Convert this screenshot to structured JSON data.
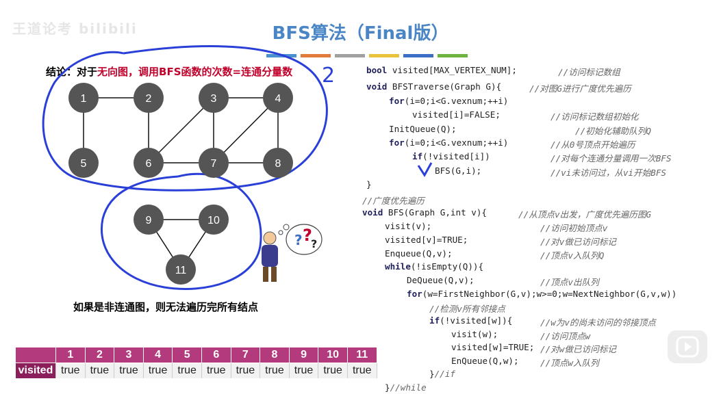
{
  "watermark": "王道论考 bilibili",
  "title": "BFS算法（Final版）",
  "colors": {
    "strip": [
      "#4a8fd0",
      "#e07b39",
      "#a0a0a0",
      "#e8c23a",
      "#3a6fc4",
      "#6db33f"
    ],
    "accent": "#c0002a",
    "table_head": "#b23a7d"
  },
  "conclusion": {
    "prefix": "结论：对于",
    "highlight": "无向图，调用BFS函数的次数=连通分量数",
    "annotation": "2"
  },
  "graph": {
    "nodes": [
      "1",
      "2",
      "3",
      "4",
      "5",
      "6",
      "7",
      "8",
      "9",
      "10",
      "11"
    ]
  },
  "note": "如果是非连通图，则无法遍历完所有结点",
  "table": {
    "indices": [
      "1",
      "2",
      "3",
      "4",
      "5",
      "6",
      "7",
      "8",
      "9",
      "10",
      "11"
    ],
    "row_label": "visited",
    "values": [
      "true",
      "true",
      "true",
      "true",
      "true",
      "true",
      "true",
      "true",
      "true",
      "true",
      "true"
    ]
  },
  "code": [
    {
      "kw": "bool",
      "text": " visited[MAX_VERTEX_NUM];",
      "comment": "//访问标记数组"
    },
    {
      "kw": "void",
      "text": " BFSTraverse(Graph G){",
      "comment": "//对图G进行广度优先遍历"
    },
    {
      "kw": "for",
      "text": "(i=0;i<G.vexnum;++i)",
      "comment": ""
    },
    {
      "kw": "",
      "text": "visited[i]=FALSE;",
      "comment": "//访问标记数组初始化"
    },
    {
      "kw": "",
      "text": "InitQueue(Q);",
      "comment": "//初始化辅助队列Q"
    },
    {
      "kw": "for",
      "text": "(i=0;i<G.vexnum;++i)",
      "comment": "//从0号顶点开始遍历"
    },
    {
      "kw": "if",
      "text": "(!visited[i])",
      "comment": "//对每个连通分量调用一次BFS"
    },
    {
      "kw": "",
      "text": "BFS(G,i);",
      "comment": "//vi未访问过，从vi开始BFS"
    },
    {
      "kw": "",
      "text": "}",
      "comment": ""
    },
    {
      "kw": "",
      "text": "",
      "comment": "//广度优先遍历"
    },
    {
      "kw": "void",
      "text": " BFS(Graph G,int v){",
      "comment": "//从顶点v出发，广度优先遍历图G"
    },
    {
      "kw": "",
      "text": "visit(v);",
      "comment": "//访问初始顶点v"
    },
    {
      "kw": "",
      "text": "visited[v]=TRUE;",
      "comment": "//对v做已访问标记"
    },
    {
      "kw": "",
      "text": "Enqueue(Q,v);",
      "comment": "//顶点v入队列Q"
    },
    {
      "kw": "while",
      "text": "(!isEmpty(Q)){",
      "comment": ""
    },
    {
      "kw": "",
      "text": "DeQueue(Q,v);",
      "comment": "//顶点v出队列"
    },
    {
      "kw": "for",
      "text": "(w=FirstNeighbor(G,v);w>=0;w=NextNeighbor(G,v,w))",
      "comment": ""
    },
    {
      "kw": "",
      "text": "",
      "comment": "//检测v所有邻接点"
    },
    {
      "kw": "if",
      "text": "(!visited[w]){",
      "comment": "//w为v的尚未访问的邻接顶点"
    },
    {
      "kw": "",
      "text": "visit(w);",
      "comment": "//访问顶点w"
    },
    {
      "kw": "",
      "text": "visited[w]=TRUE;",
      "comment": "//对w做已访问标记"
    },
    {
      "kw": "",
      "text": "EnQueue(Q,w);",
      "comment": "//顶点w入队列"
    },
    {
      "kw": "",
      "text": "}",
      "comment": "//if"
    },
    {
      "kw": "",
      "text": "}",
      "comment": "//while"
    }
  ]
}
